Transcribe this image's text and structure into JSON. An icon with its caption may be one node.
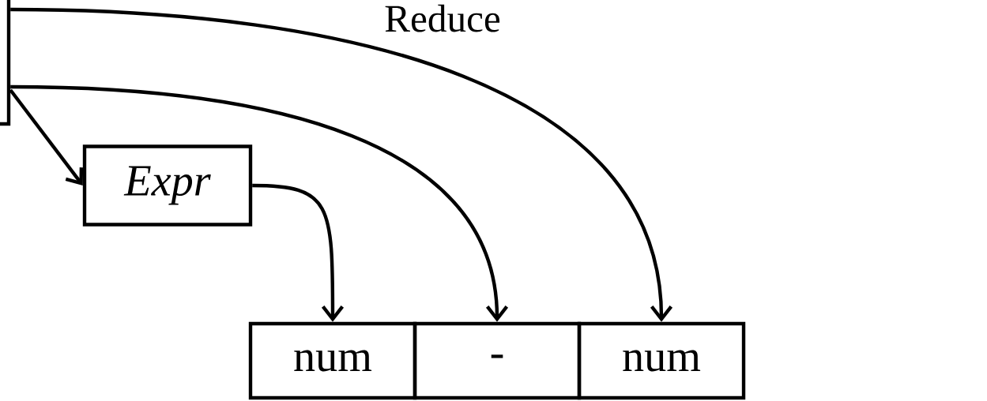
{
  "diagram": {
    "nodes": [
      {
        "text": [],
        "shape": "box"
      },
      {
        "text": [
          "Expr"
        ]
      },
      {
        "text": [
          "num"
        ]
      },
      {
        "text": [
          "-"
        ]
      },
      {
        "text": [
          "num"
        ]
      }
    ],
    "edges": [
      {
        "from": 0,
        "to": 1,
        "arrow": "to"
      },
      {
        "from": 1,
        "to": 2,
        "arrow": "to"
      },
      {
        "from": 0,
        "to": 3,
        "arrow": "to"
      },
      {
        "from": 0,
        "to": 4,
        "arrow": "to"
      }
    ],
    "labels": [
      "Reduce"
    ]
  }
}
